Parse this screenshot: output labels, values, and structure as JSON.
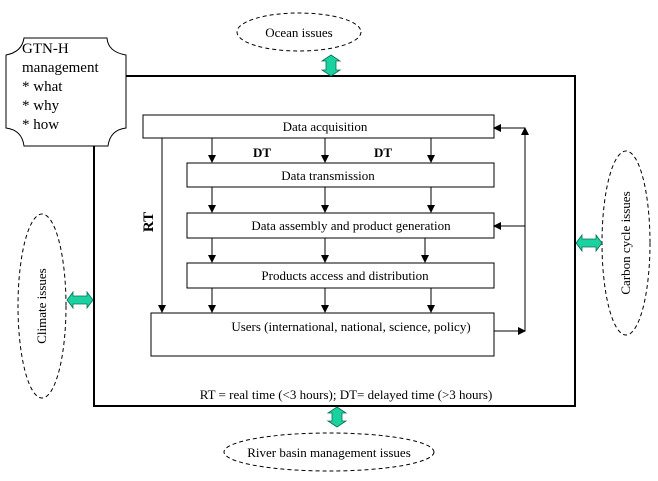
{
  "management_box": {
    "title": "GTN-H",
    "subtitle": "management",
    "items": [
      "* what",
      "* why",
      "* how"
    ]
  },
  "outer_issues": {
    "top": "Ocean issues",
    "right": "Carbon  cycle issues",
    "left": "Climate issues",
    "bottom": "River basin management issues"
  },
  "flow_boxes": [
    "Data acquisition",
    "Data transmission",
    "Data assembly and product generation",
    "Products access and distribution",
    "Users (international, national, science, policy)"
  ],
  "labels": {
    "dt_left": "DT",
    "dt_right": "DT",
    "rt": "RT",
    "legend": "RT = real time (<3 hours); DT= delayed time (>3 hours)"
  },
  "colors": {
    "connector": "#1ad1a0",
    "line": "#000000"
  }
}
